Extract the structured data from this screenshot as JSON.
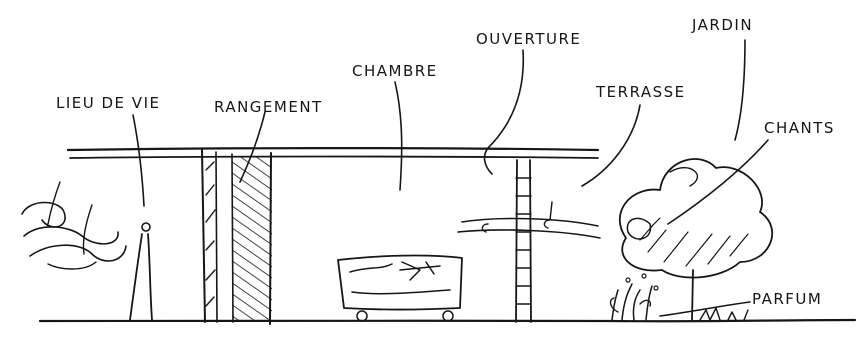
{
  "labels": {
    "lieu_de_vie": "LIEU DE VIE",
    "rangement": "RANGEMENT",
    "chambre": "CHAMBRE",
    "ouverture": "OUVERTURE",
    "terrasse": "TERRASSE",
    "jardin": "JARDIN",
    "chants": "CHANTS",
    "parfum": "PARFUM"
  },
  "colors": {
    "ink": "#161616",
    "paper": "#ffffff"
  }
}
